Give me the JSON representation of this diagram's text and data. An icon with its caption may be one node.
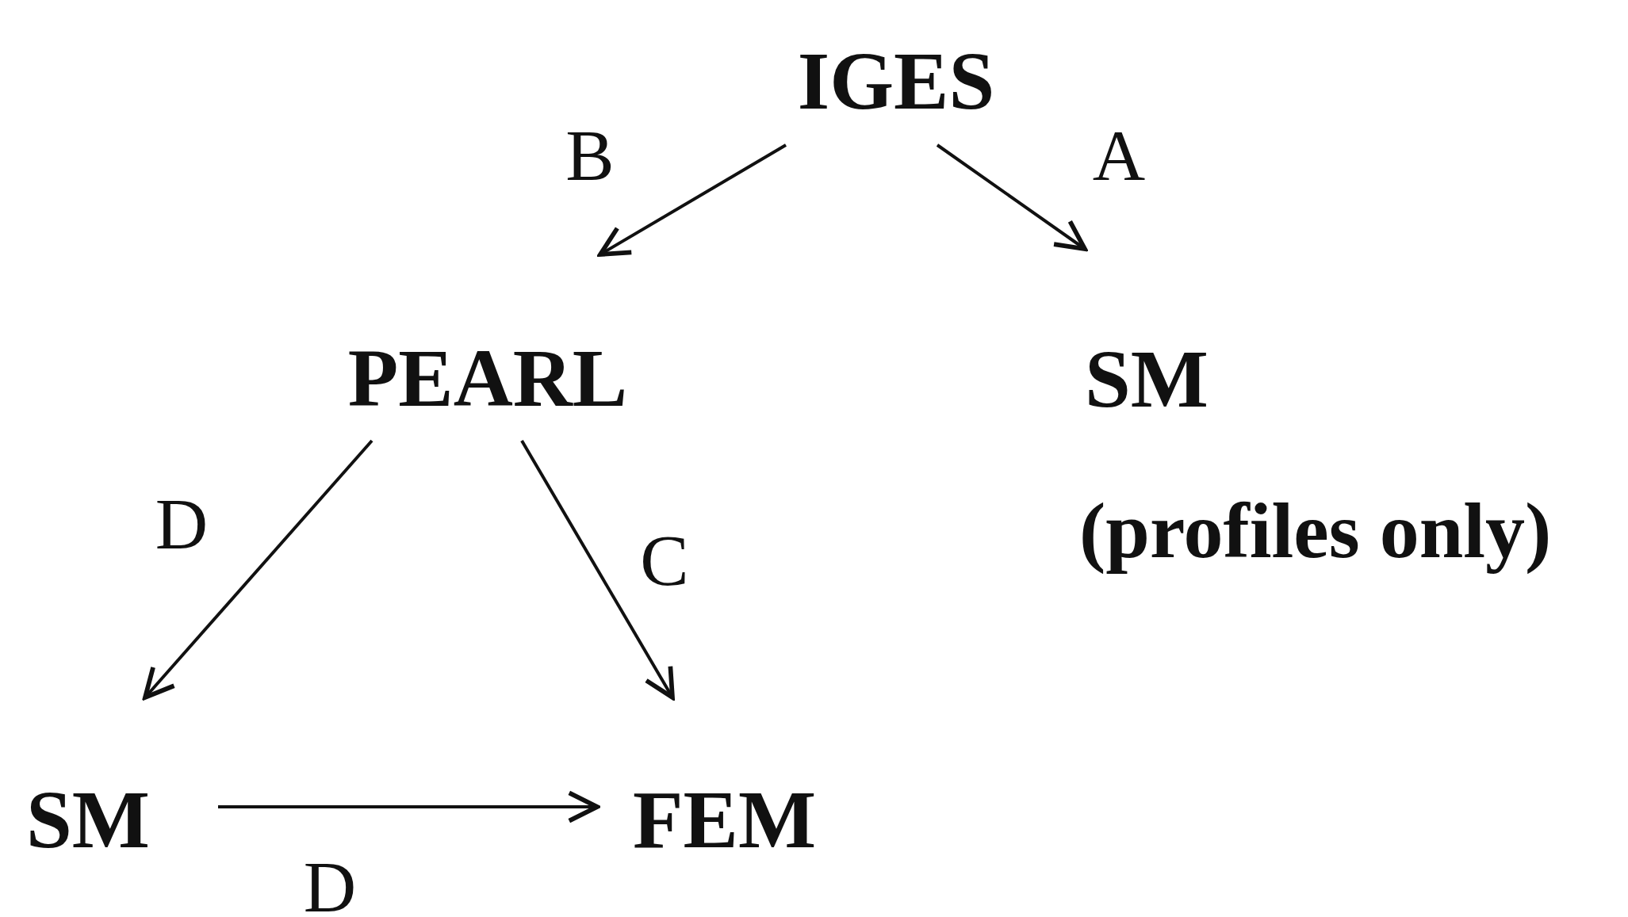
{
  "diagram": {
    "nodes": [
      {
        "text": [
          "IGES"
        ]
      },
      {
        "text": [
          "PEARL"
        ]
      },
      {
        "text": [
          "SM"
        ],
        "beside": [
          "(profiles only)"
        ]
      },
      {
        "text": [
          "SM"
        ]
      },
      {
        "text": [
          "FEM"
        ]
      }
    ],
    "edges": [
      {
        "from": 0,
        "to": 1,
        "arrow": "to",
        "label": "B"
      },
      {
        "from": 0,
        "to": 2,
        "arrow": "to",
        "label": "A"
      },
      {
        "from": 1,
        "to": 3,
        "arrow": "to",
        "label": "D"
      },
      {
        "from": 1,
        "to": 4,
        "arrow": "to",
        "label": "C"
      },
      {
        "from": 3,
        "to": 4,
        "arrow": "to",
        "label": "D"
      }
    ]
  }
}
